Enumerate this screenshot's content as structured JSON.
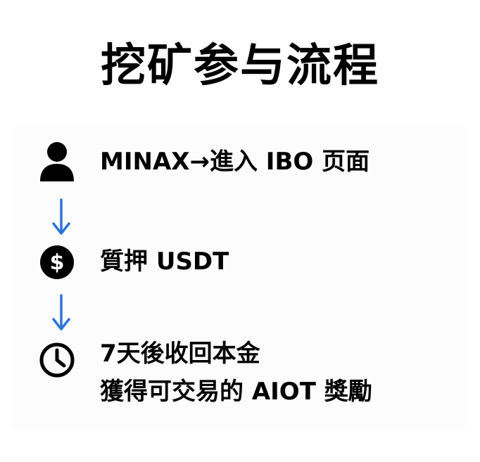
{
  "title": "挖矿参与流程",
  "steps": [
    {
      "icon": "user-icon",
      "label": "MINAX→進入 IBO 页面"
    },
    {
      "icon": "dollar-coin-icon",
      "label": "質押 USDT"
    },
    {
      "icon": "clock-icon",
      "line1": "7天後收回本金",
      "line2": "獲得可交易的 AIOT 獎勵"
    }
  ],
  "colors": {
    "text": "#000000",
    "icon": "#000000",
    "arrow": "#2f73d8",
    "background": "#ffffff"
  }
}
